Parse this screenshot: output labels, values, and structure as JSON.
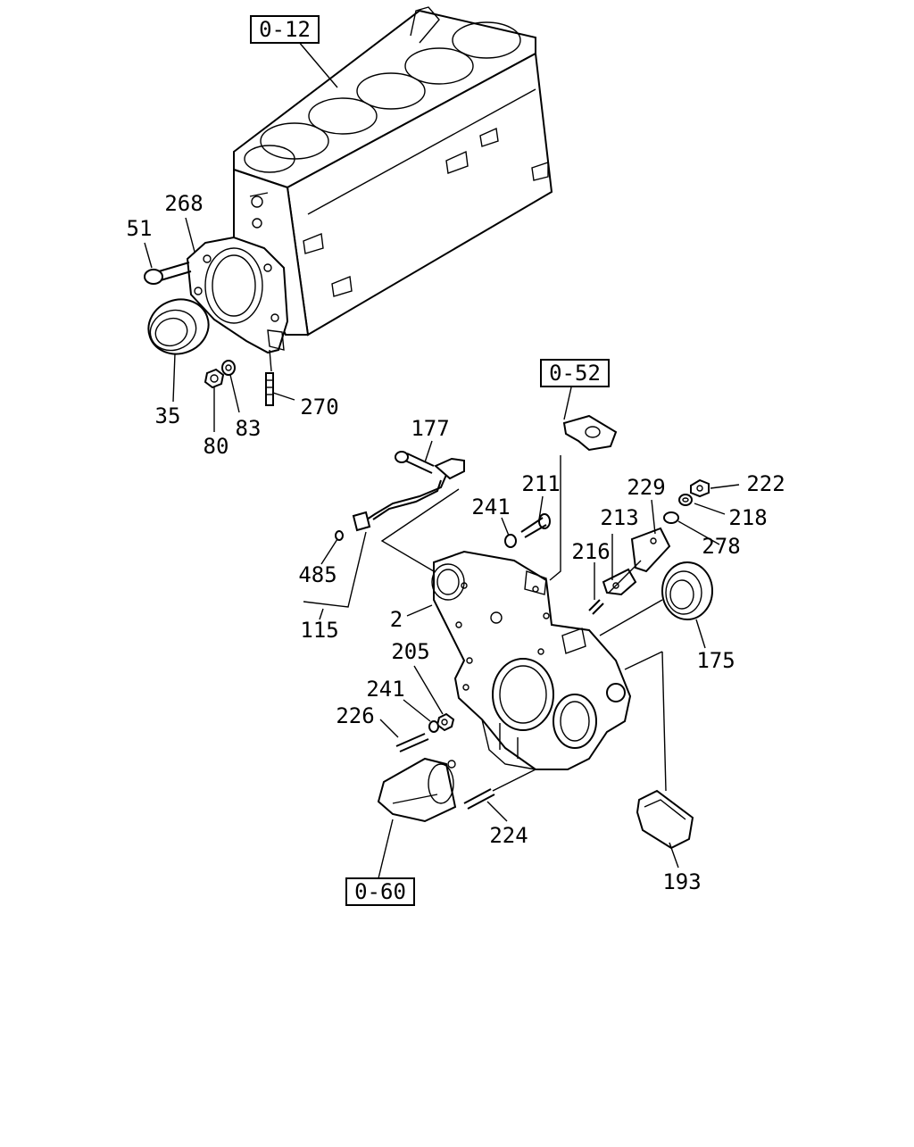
{
  "refs": {
    "r012": "0-12",
    "r052": "0-52",
    "r060": "0-60"
  },
  "labels": {
    "p268": "268",
    "p51": "51",
    "p35": "35",
    "p80": "80",
    "p83": "83",
    "p270": "270",
    "p177": "177",
    "p211": "211",
    "p241a": "241",
    "p229": "229",
    "p222": "222",
    "p213": "213",
    "p218": "218",
    "p278": "278",
    "p216": "216",
    "p485": "485",
    "p115": "115",
    "p2": "2",
    "p205": "205",
    "p241b": "241",
    "p226": "226",
    "p175": "175",
    "p224": "224",
    "p193": "193"
  }
}
